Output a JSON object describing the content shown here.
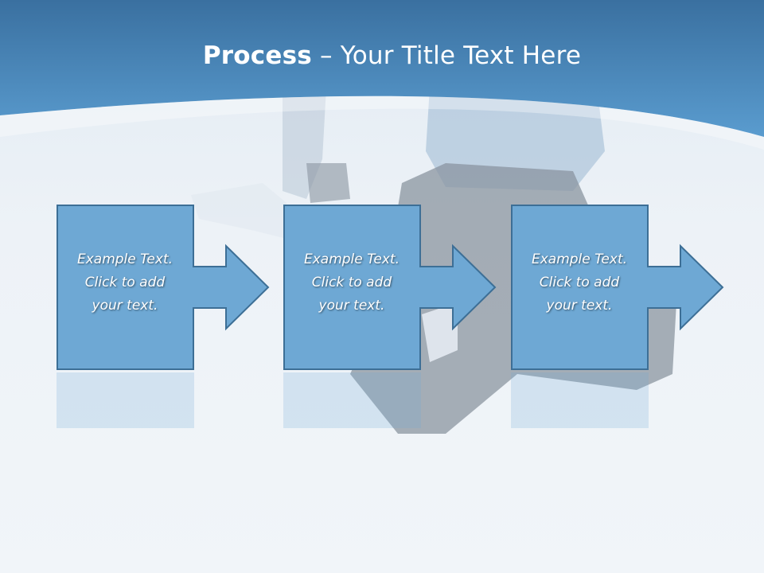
{
  "slide": {
    "title_bold": "Process",
    "title_rest": " – Your Title Text Here"
  },
  "steps": [
    {
      "line1": "Example Text.",
      "line2": "Click  to add",
      "line3": "your text."
    },
    {
      "line1": "Example Text.",
      "line2": "Click  to add",
      "line3": "your text."
    },
    {
      "line1": "Example Text.",
      "line2": "Click  to add",
      "line3": "your text."
    }
  ],
  "colors": {
    "header_dark": "#3f79aa",
    "header_light": "#5d9ccd",
    "shape_fill": "#6ea8d4",
    "shape_stroke": "#3d6f96",
    "background": "#eef3f8"
  }
}
